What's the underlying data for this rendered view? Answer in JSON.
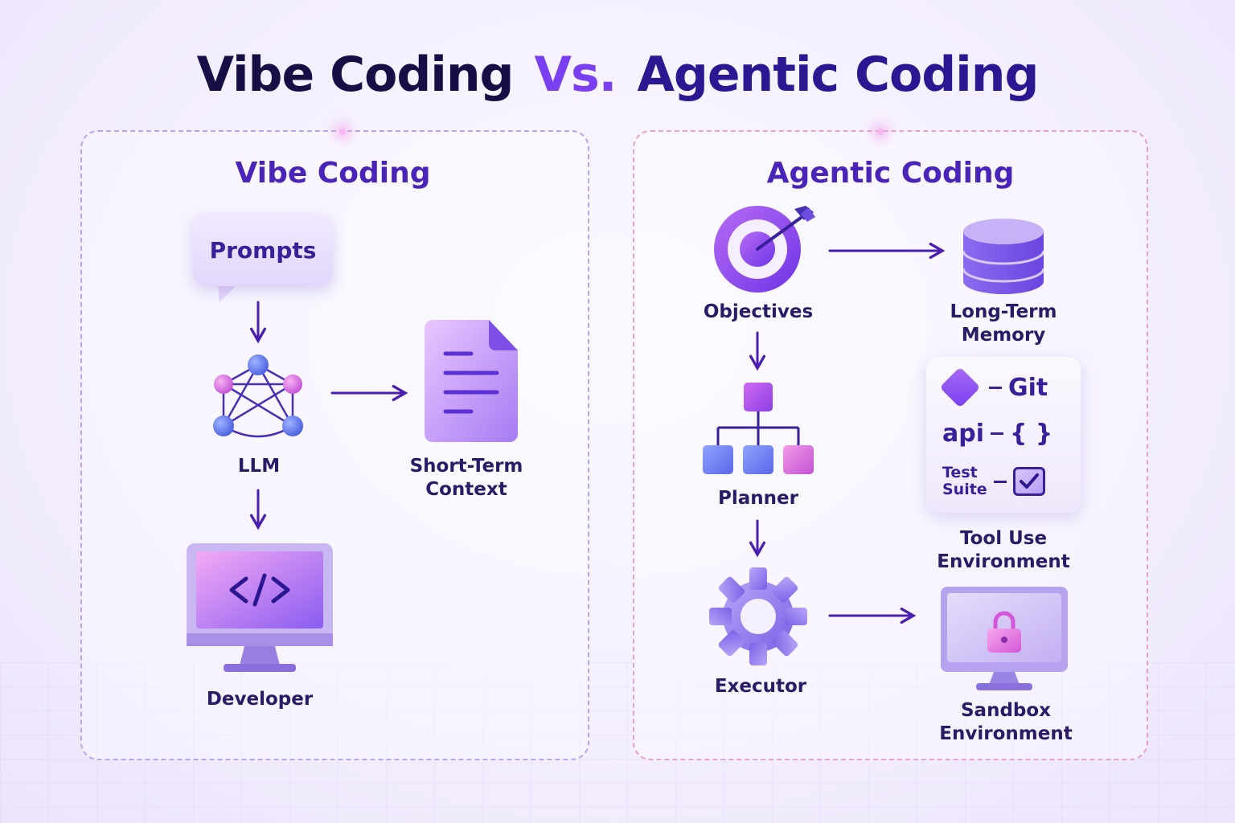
{
  "title": {
    "left": "Vibe Coding",
    "vs": "Vs.",
    "right": "Agentic Coding"
  },
  "vibe": {
    "heading": "Vibe Coding",
    "prompts": "Prompts",
    "llm": "LLM",
    "short_term_context": "Short-Term Context",
    "developer": "Developer"
  },
  "agentic": {
    "heading": "Agentic Coding",
    "objectives": "Objectives",
    "long_term_memory": "Long-Term Memory",
    "planner": "Planner",
    "executor": "Executor",
    "tools": {
      "git": "Git",
      "api": "api",
      "braces": "{  }",
      "test_suite": "Test Suite"
    },
    "tool_use_environment": "Tool Use Environment",
    "sandbox_environment": "Sandbox Environment"
  },
  "colors": {
    "accent": "#7b3ff2",
    "dark": "#160f45",
    "heading": "#4a23b8",
    "arrow": "#4a1fb0"
  }
}
